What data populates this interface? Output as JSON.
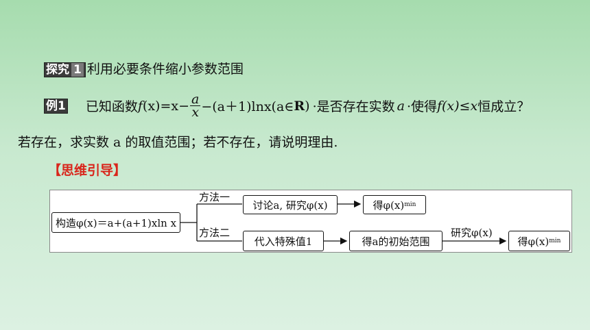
{
  "heading": {
    "tag": "探究",
    "tag_num": "1",
    "title": "利用必要条件缩小参数范围"
  },
  "example": {
    "tag": "例1",
    "p1": "已知函数",
    "f": "f",
    "x1": "(x)=x−",
    "frac_num": "a",
    "frac_den": "x",
    "p2": "−(a＋1)lnx(a∈",
    "R": "R",
    "p3": ")",
    "p4": "·是否存在实数",
    "a": "a",
    "p5": "·使得",
    "p6": "f(x)≤x",
    "p7": "恒成立？",
    "line2": "若存在，求实数 a 的取值范围；若不存在，请说明理由."
  },
  "guide": {
    "title": "【思维引导】"
  },
  "flow": {
    "start": "构造φ(x)＝a+(a+1)xln x",
    "method1": "方法一",
    "method2": "方法二",
    "m1_box1": "讨论a, 研究φ(x)",
    "m1_box2_main": "得φ(x)",
    "m1_box2_sub": "min",
    "m2_box1": "代入特殊值1",
    "m2_box2": "得a的初始范围",
    "m2_label": "研究φ(x)",
    "m2_box3_main": "得φ(x)",
    "m2_box3_sub": "min"
  }
}
